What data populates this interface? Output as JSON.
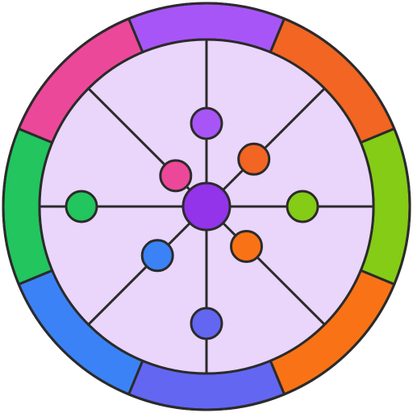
{
  "icon": {
    "name": "color-wheel-icon",
    "outline_color": "#2b2b2b",
    "inner_fill": "#ead5fb",
    "ring_segments": [
      {
        "name": "purple",
        "color": "#a855f7"
      },
      {
        "name": "orange-red",
        "color": "#f26522"
      },
      {
        "name": "lime",
        "color": "#84cc16"
      },
      {
        "name": "orange",
        "color": "#f97316"
      },
      {
        "name": "indigo",
        "color": "#6366f1"
      },
      {
        "name": "blue",
        "color": "#3b82f6"
      },
      {
        "name": "green",
        "color": "#22c55e"
      },
      {
        "name": "pink",
        "color": "#ec4899"
      }
    ],
    "center_node_color": "#9333ea",
    "nodes": [
      {
        "name": "node-top",
        "color": "#a855f7"
      },
      {
        "name": "node-top-right",
        "color": "#f26522"
      },
      {
        "name": "node-right",
        "color": "#84cc16"
      },
      {
        "name": "node-bottom-right",
        "color": "#f97316"
      },
      {
        "name": "node-bottom",
        "color": "#6366f1"
      },
      {
        "name": "node-bottom-left",
        "color": "#3b82f6"
      },
      {
        "name": "node-left",
        "color": "#22c55e"
      },
      {
        "name": "node-top-left",
        "color": "#ec4899"
      }
    ]
  }
}
